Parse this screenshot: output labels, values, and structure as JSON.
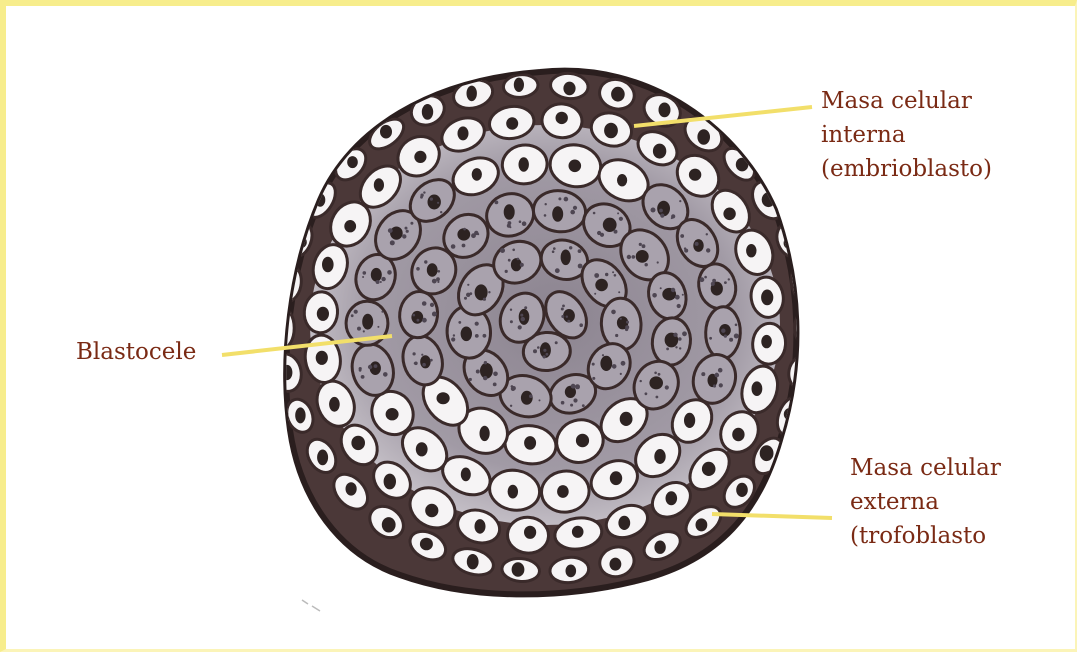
{
  "labels": {
    "inner_mass": "Masa celular\ninterna\n(embrioblasto)",
    "blastocele": "Blastocele",
    "outer_mass": "Masa celular\nexterna\n(trofoblasto"
  },
  "colors": {
    "frame": "#f7ed8c",
    "leader_line": "#f2df6a",
    "label_text": "#7a2a14",
    "cell_outline": "#3a2a2a",
    "cell_shading": "#6e6670",
    "nucleus": "#2d2322"
  }
}
